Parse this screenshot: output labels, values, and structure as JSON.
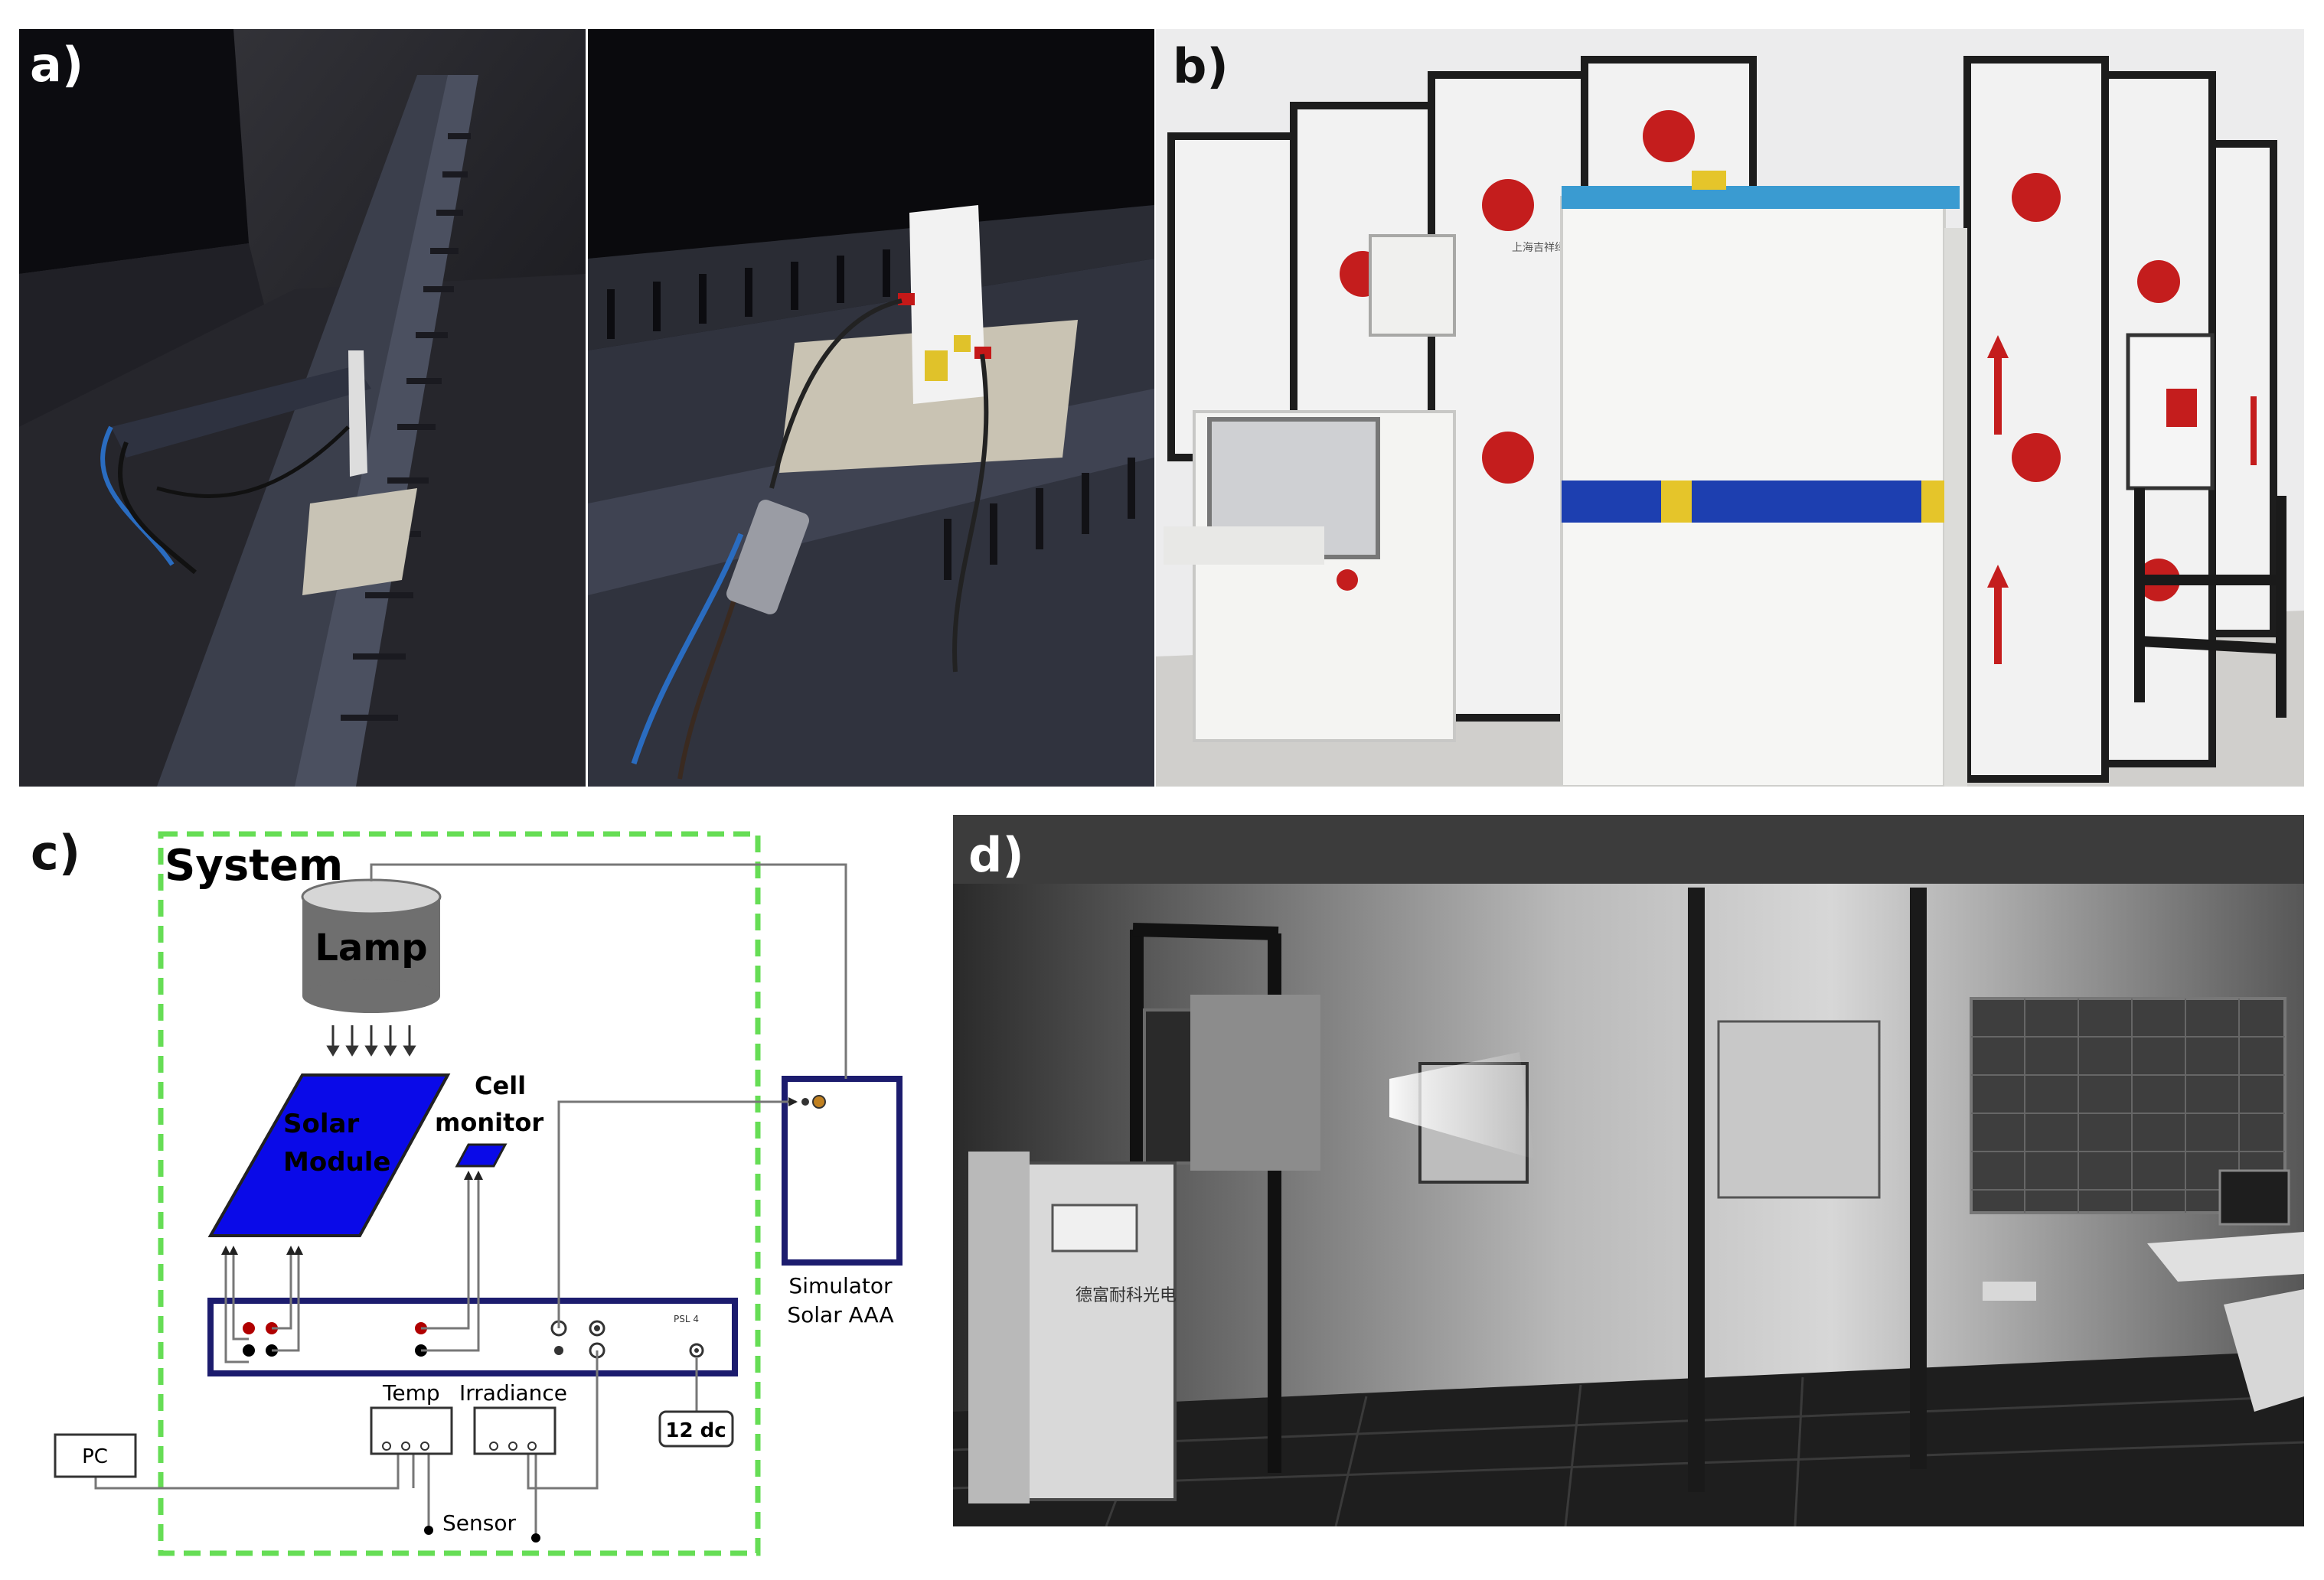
{
  "panels": {
    "a": {
      "label": "a)"
    },
    "b": {
      "label": "b)"
    },
    "c": {
      "label": "c)"
    },
    "d": {
      "label": "d)"
    }
  },
  "diagram": {
    "system_title": "System",
    "lamp": "Lamp",
    "solar_module_line1": "Solar",
    "solar_module_line2": "Module",
    "cell_monitor_line1": "Cell",
    "cell_monitor_line2": "monitor",
    "simulator_line1": "Simulator",
    "simulator_line2": "Solar AAA",
    "daq_tag": "PSL 4",
    "temp": "Temp",
    "irradiance": "Irradiance",
    "pc": "PC",
    "power": "12 dc",
    "sensor": "Sensor"
  },
  "photo_b": {
    "panel_sign": "上海吉祥绿建科技有限公司"
  },
  "photo_d": {
    "cabinet_sign": "德富耐科光电"
  },
  "colors": {
    "system_border": "#66dd55",
    "module_blue": "#0a0ae8",
    "navy_box": "#1c1c6e",
    "lamp_gray": "#6f6f6f",
    "connector_red": "#b00000"
  }
}
